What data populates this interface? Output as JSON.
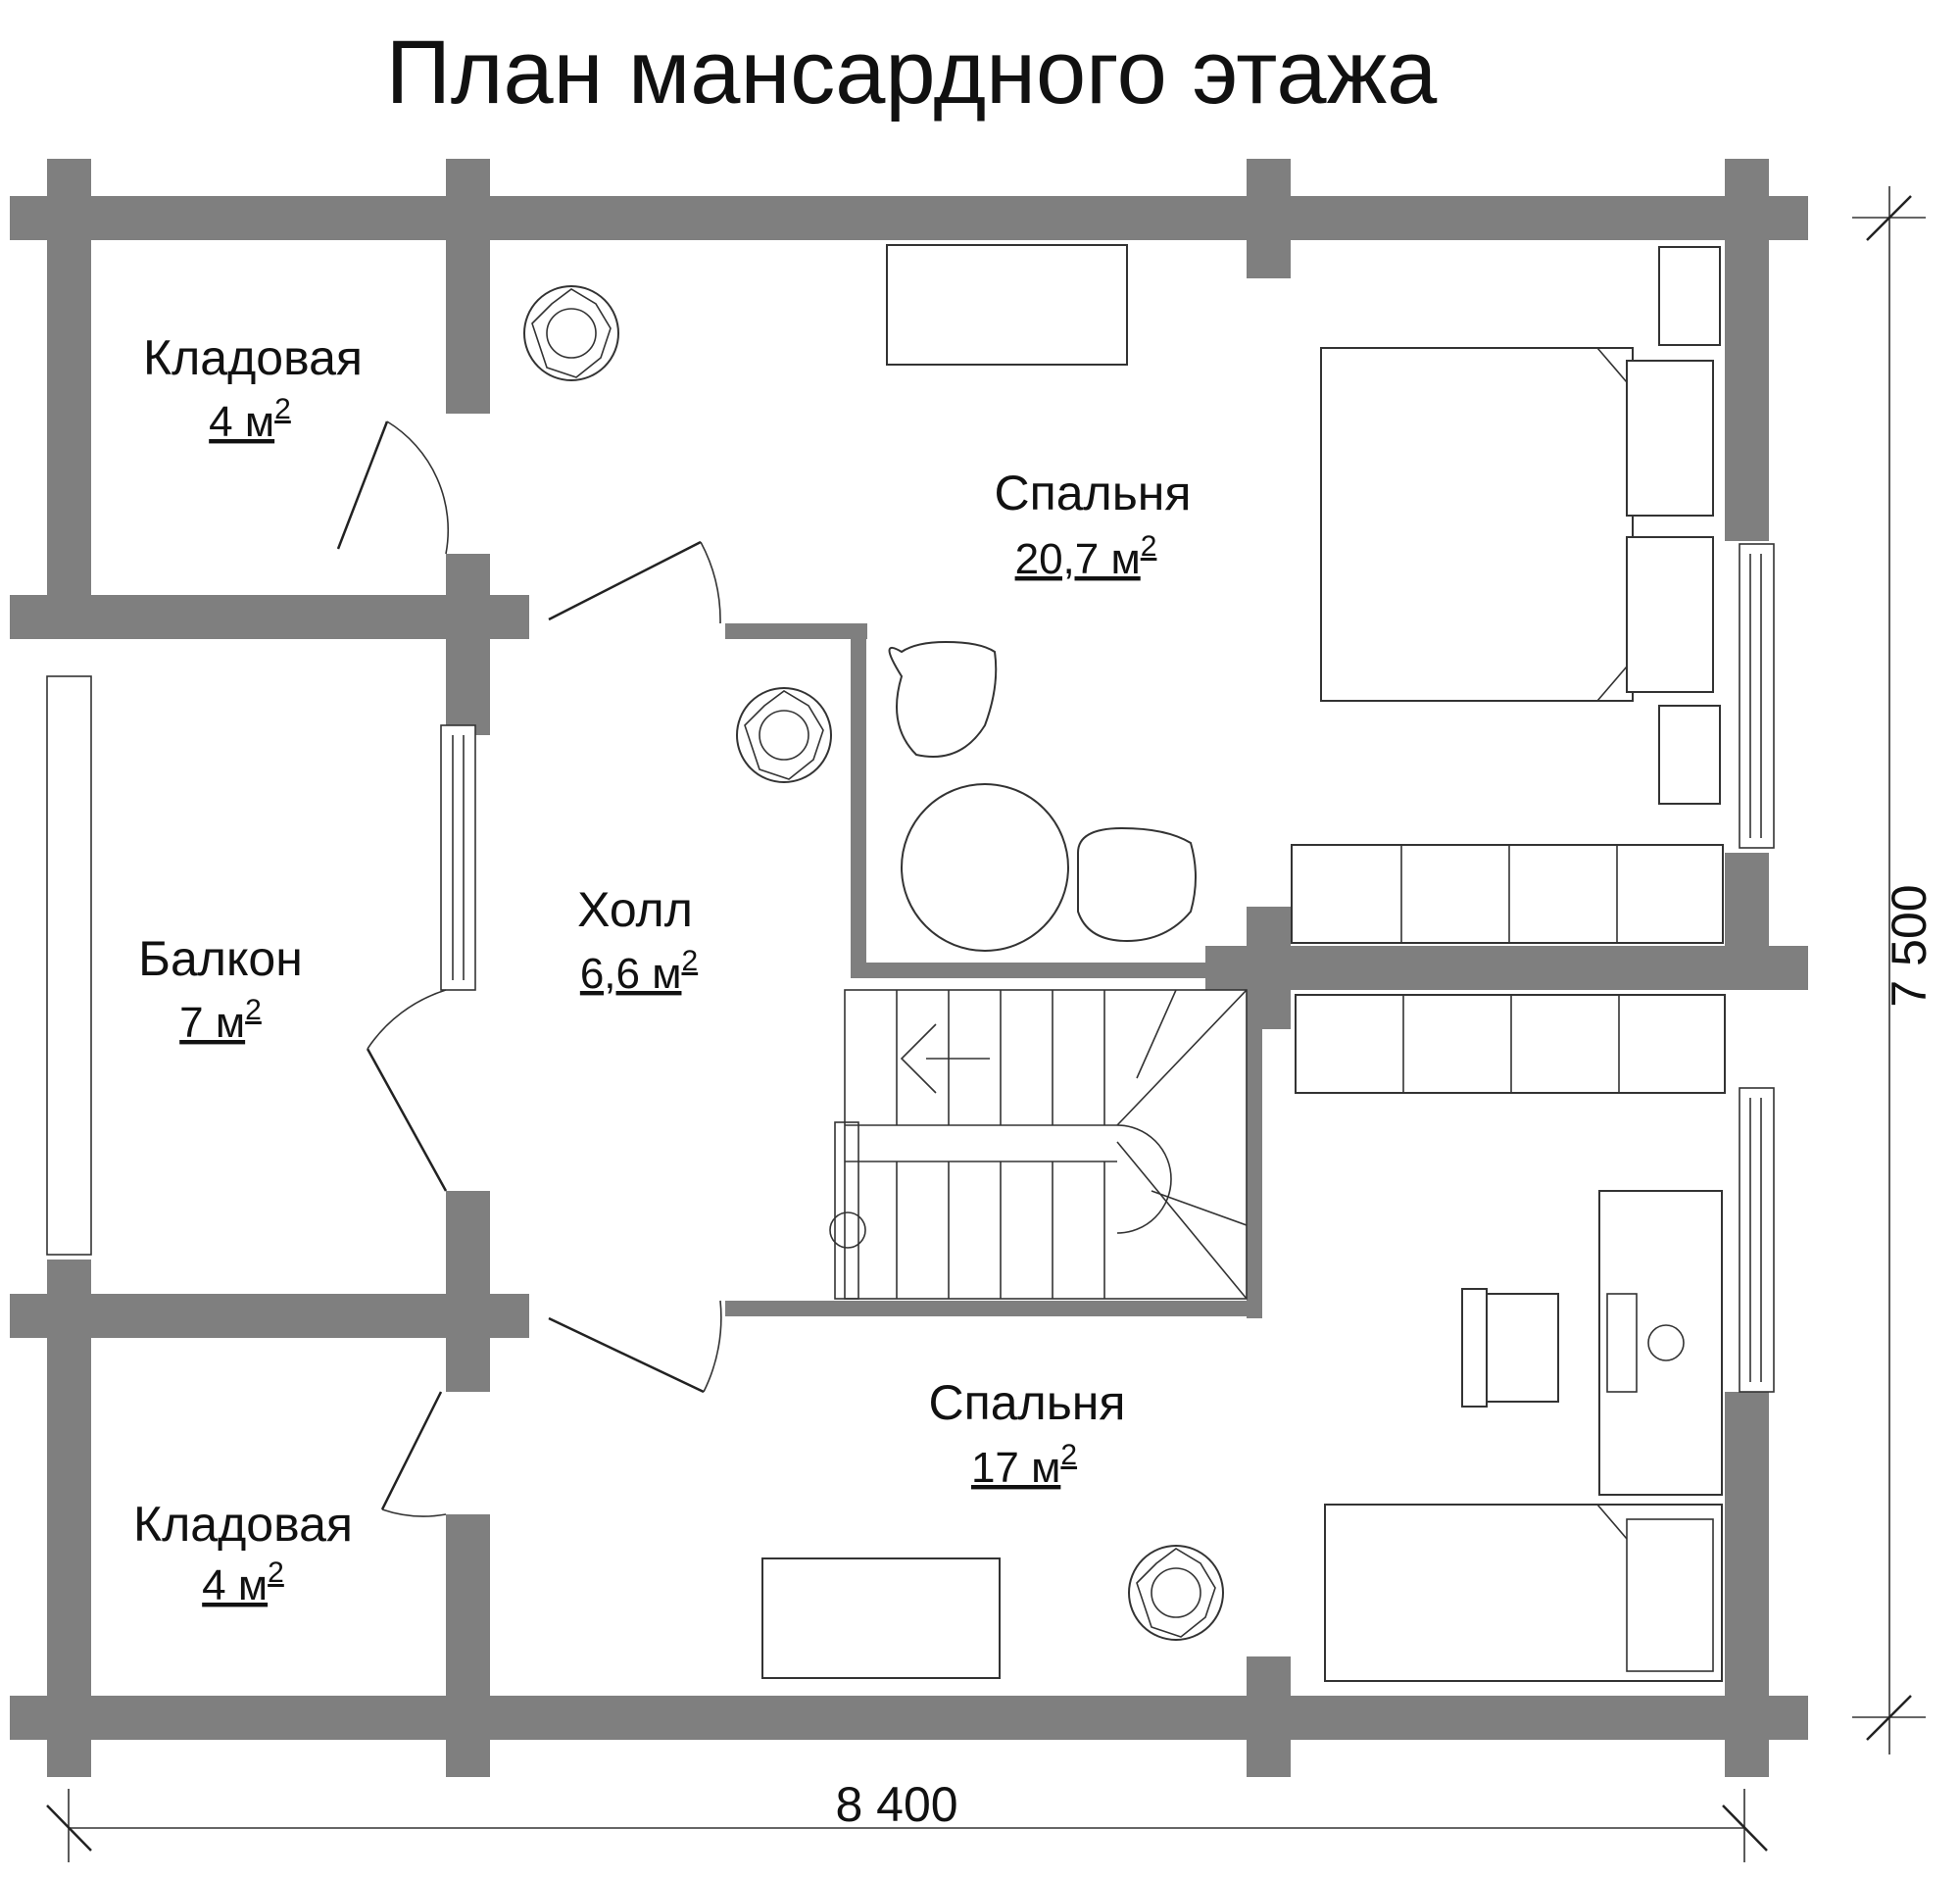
{
  "title": "План мансардного этажа",
  "rooms": [
    {
      "id": "storage-top",
      "name": "Кладовая",
      "area": "4 м",
      "unit_sup": "2"
    },
    {
      "id": "bedroom-top",
      "name": "Спальня",
      "area": "20,7 м",
      "unit_sup": "2"
    },
    {
      "id": "hall",
      "name": "Холл",
      "area": "6,6 м",
      "unit_sup": "2"
    },
    {
      "id": "balcony",
      "name": "Балкон",
      "area": "7 м",
      "unit_sup": "2"
    },
    {
      "id": "bedroom-bottom",
      "name": "Спальня",
      "area": "17 м",
      "unit_sup": "2"
    },
    {
      "id": "storage-bottom",
      "name": "Кладовая",
      "area": "4 м",
      "unit_sup": "2"
    }
  ],
  "dimensions": {
    "width": "8 400",
    "height": "7 500"
  },
  "colors": {
    "wall": "#7f7f7f",
    "line": "#222222",
    "background": "#ffffff"
  }
}
